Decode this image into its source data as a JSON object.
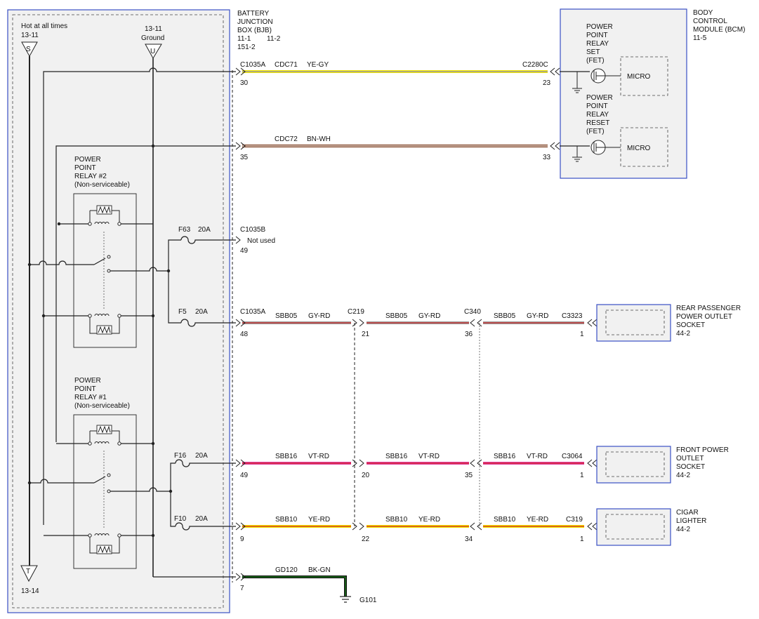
{
  "bjb": {
    "title_lines": [
      "BATTERY",
      "JUNCTION",
      "BOX (BJB)"
    ],
    "ref_a": "11-1",
    "ref_b": "11-2",
    "ref_c": "151-2",
    "hot_label": "Hot at all times",
    "s_ref": "13-11",
    "s_symbol": "S",
    "ground_ref": "13-11",
    "ground_label": "Ground",
    "u_symbol": "U",
    "t_symbol": "T",
    "t_ref": "13-14"
  },
  "bcm": {
    "title_lines": [
      "BODY",
      "CONTROL",
      "MODULE (BCM)"
    ],
    "ref": "11-5",
    "set_lines": [
      "POWER",
      "POINT",
      "RELAY",
      "SET",
      "(FET)"
    ],
    "reset_lines": [
      "POWER",
      "POINT",
      "RELAY",
      "RESET",
      "(FET)"
    ],
    "micro": "MICRO"
  },
  "relay2": {
    "lines": [
      "POWER",
      "POINT",
      "RELAY #2",
      "(Non-serviceable)"
    ]
  },
  "relay1": {
    "lines": [
      "POWER",
      "POINT",
      "RELAY #1",
      "(Non-serviceable)"
    ]
  },
  "fuses": {
    "f63": "F63",
    "f63_amp": "20A",
    "f5": "F5",
    "f5_amp": "20A",
    "f16": "F16",
    "f16_amp": "20A",
    "f10": "F10",
    "f10_amp": "20A"
  },
  "circuits": {
    "cdc71": {
      "connector": "C1035A",
      "circuit": "CDC71",
      "color": "YE-GY",
      "pin": "30",
      "end_connector": "C2280C",
      "end_pin": "23"
    },
    "cdc72": {
      "circuit": "CDC72",
      "color": "BN-WH",
      "pin": "35",
      "end_pin": "33"
    },
    "c1035b": {
      "connector": "C1035B",
      "pin": "49",
      "note": "Not used"
    },
    "sbb05": {
      "connector": "C1035A",
      "circuit": "SBB05",
      "color": "GY-RD",
      "pin": "48",
      "c219": "C219",
      "c219_pin": "21",
      "c340": "C340",
      "c340_pin": "36",
      "end_connector": "C3323",
      "end_pin": "1"
    },
    "sbb16": {
      "circuit": "SBB16",
      "color": "VT-RD",
      "pin": "49",
      "c219_pin": "20",
      "c340_pin": "35",
      "end_connector": "C3064",
      "end_pin": "1"
    },
    "sbb10": {
      "circuit": "SBB10",
      "color": "YE-RD",
      "pin": "9",
      "c219_pin": "22",
      "c340_pin": "34",
      "end_connector": "C319",
      "end_pin": "1"
    },
    "gd120": {
      "circuit": "GD120",
      "color": "BK-GN",
      "pin": "7",
      "ground": "G101"
    }
  },
  "loads": {
    "rear": {
      "lines": [
        "REAR PASSENGER",
        "POWER OUTLET",
        "SOCKET"
      ],
      "ref": "44-2"
    },
    "front": {
      "lines": [
        "FRONT POWER",
        "OUTLET",
        "SOCKET"
      ],
      "ref": "44-2"
    },
    "cigar": {
      "lines": [
        "CIGAR",
        "LIGHTER"
      ],
      "ref": "44-2"
    }
  },
  "colors": {
    "yellow": "#f2e600",
    "gray": "#9a9a9a",
    "brown": "#7a3a1a",
    "white": "#ffffff",
    "red": "#d02020",
    "violet": "#e040a0",
    "black": "#111111",
    "green": "#1a7a1a",
    "boxfill": "#f1f1f1",
    "boxborder": "#3a4fc4"
  }
}
